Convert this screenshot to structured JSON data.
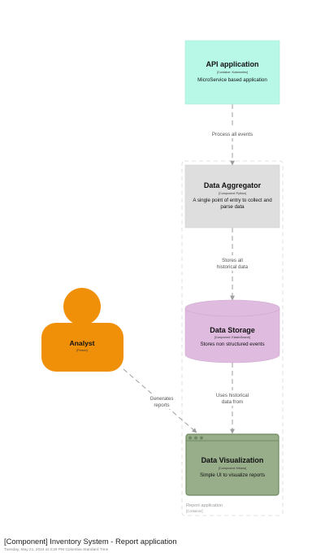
{
  "diagram": {
    "boundary": {
      "label": "Report application",
      "type": "[Container]"
    },
    "nodes": {
      "api": {
        "title": "API application",
        "tech": "[Container: Kubernetes]",
        "desc": "MicroService based application"
      },
      "aggregator": {
        "title": "Data Aggregator",
        "tech": "[Component: Python]",
        "desc_lines": [
          "A single point of entry to collect and",
          "parse data"
        ]
      },
      "storage": {
        "title": "Data Storage",
        "tech": "[Component: ElasticSearch]",
        "desc": "Stores non structured events"
      },
      "visualization": {
        "title": "Data Visualization",
        "tech": "[Component: Kibana]",
        "desc": "Simple UI to visualize reports"
      },
      "analyst": {
        "title": "Analyst",
        "tech": "[Person]"
      }
    },
    "edges": {
      "api_to_aggregator": {
        "label_lines": [
          "Process all events"
        ]
      },
      "aggregator_to_storage": {
        "label_lines": [
          "Stores all",
          "historical data"
        ]
      },
      "storage_to_visualization": {
        "label_lines": [
          "Uses historical",
          "data from"
        ]
      },
      "analyst_to_visualization": {
        "label_lines": [
          "Generates",
          "reports"
        ]
      }
    },
    "colors": {
      "api_fill": "#b8f8e6",
      "aggregator_fill": "#dedede",
      "storage_fill": "#dfbbdf",
      "visualization_fill": "#98ad8a",
      "visualization_border": "#6f8a62",
      "analyst_fill": "#f09008",
      "edge": "#9e9e9e"
    }
  },
  "footer": {
    "title": "[Component] Inventory System - Report application",
    "subtitle": "Tuesday, May 21, 2024 at 3:29 PM Colombia Standard Time"
  }
}
